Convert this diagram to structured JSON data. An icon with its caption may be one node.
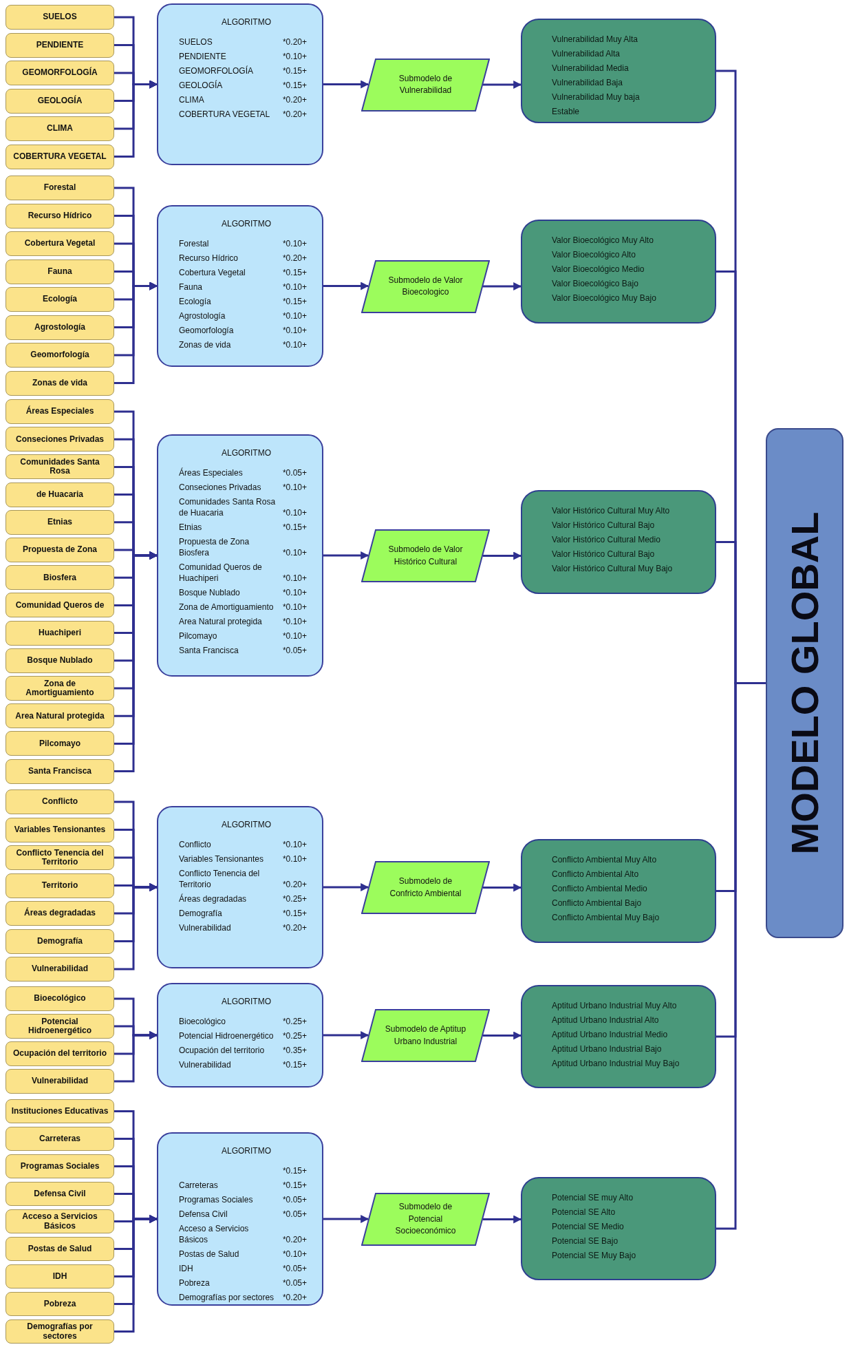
{
  "diagram": {
    "nodes": [
      {
        "text": [
          "SUELOS"
        ]
      },
      {
        "text": [
          "PENDIENTE"
        ]
      },
      {
        "text": [
          "GEOMORFOLOGÍA"
        ]
      },
      {
        "text": [
          "GEOLOGÍA"
        ]
      },
      {
        "text": [
          "CLIMA"
        ]
      },
      {
        "text": [
          "COBERTURA VEGETAL"
        ]
      },
      {
        "text": [
          "ALGORITMO",
          "SUELOS",
          "*0.20+",
          "PENDIENTE",
          "*0.10+",
          "GEOMORFOLOGÍA",
          "*0.15+",
          "GEOLOGÍA",
          "*0.15+",
          "CLIMA",
          "*0.20+",
          "COBERTURA VEGETAL",
          "*0.20+"
        ]
      },
      {
        "text": [
          "Submodelo de Vulnerabilidad"
        ]
      },
      {
        "text": [
          "Vulnerabilidad Muy Alta",
          "Vulnerabilidad Alta",
          "Vulnerabilidad Media",
          "Vulnerabilidad Baja",
          "Vulnerabilidad Muy baja",
          "Estable"
        ]
      },
      {
        "text": [
          "Forestal"
        ]
      },
      {
        "text": [
          "Recurso Hídrico"
        ]
      },
      {
        "text": [
          "Cobertura Vegetal"
        ]
      },
      {
        "text": [
          "Fauna"
        ]
      },
      {
        "text": [
          "Ecología"
        ]
      },
      {
        "text": [
          "Agrostología"
        ]
      },
      {
        "text": [
          "Geomorfología"
        ]
      },
      {
        "text": [
          "Zonas de vida"
        ]
      },
      {
        "text": [
          "ALGORITMO",
          "Forestal",
          "*0.10+",
          "Recurso Hídrico",
          "*0.20+",
          "Cobertura Vegetal",
          "*0.15+",
          "Fauna",
          "*0.10+",
          "Ecología",
          "*0.15+",
          "Agrostología",
          "*0.10+",
          "Geomorfología",
          "*0.10+",
          "Zonas de vida",
          "*0.10+"
        ]
      },
      {
        "text": [
          "Submodelo de Valor Bioecologico"
        ]
      },
      {
        "text": [
          "Valor Bioecológico Muy Alto",
          "Valor Bioecológico Alto",
          "Valor Bioecológico Medio",
          "Valor Bioecológico Bajo",
          "Valor Bioecológico Muy Bajo"
        ]
      },
      {
        "text": [
          "Áreas Especiales"
        ]
      },
      {
        "text": [
          "Conseciones Privadas"
        ]
      },
      {
        "text": [
          "Comunidades Santa Rosa"
        ]
      },
      {
        "text": [
          "de Huacaria"
        ]
      },
      {
        "text": [
          "Etnias"
        ]
      },
      {
        "text": [
          "Propuesta de Zona"
        ]
      },
      {
        "text": [
          "Biosfera"
        ]
      },
      {
        "text": [
          "Comunidad Queros de"
        ]
      },
      {
        "text": [
          "Huachiperi"
        ]
      },
      {
        "text": [
          "Bosque Nublado"
        ]
      },
      {
        "text": [
          "Zona de Amortiguamiento"
        ]
      },
      {
        "text": [
          "Area Natural protegida"
        ]
      },
      {
        "text": [
          "Pilcomayo"
        ]
      },
      {
        "text": [
          "Santa Francisca"
        ]
      },
      {
        "text": [
          "ALGORITMO",
          "Áreas Especiales",
          "*0.05+",
          "Conseciones Privadas",
          "*0.10+",
          "Comunidades Santa Rosa de Huacaria",
          "*0.10+",
          "Etnias",
          "*0.15+",
          "Propuesta de Zona Biosfera",
          "*0.10+",
          "Comunidad Queros de Huachiperi",
          "*0.10+",
          "Bosque Nublado",
          "*0.10+",
          "Zona de Amortiguamiento",
          "*0.10+",
          "Area Natural protegida",
          "*0.10+",
          "Pilcomayo",
          "*0.10+",
          "Santa Francisca",
          "*0.05+"
        ]
      },
      {
        "text": [
          "Submodelo de Valor Histórico Cultural"
        ]
      },
      {
        "text": [
          "Valor Histórico Cultural Muy Alto",
          "Valor Histórico Cultural Bajo",
          "Valor Histórico Cultural Medio",
          "Valor Histórico Cultural Bajo",
          "Valor Histórico Cultural Muy Bajo"
        ]
      },
      {
        "text": [
          "Conflicto"
        ]
      },
      {
        "text": [
          "Variables Tensionantes"
        ]
      },
      {
        "text": [
          "Conflicto Tenencia del Territorio"
        ]
      },
      {
        "text": [
          "Territorio"
        ]
      },
      {
        "text": [
          "Áreas degradadas"
        ]
      },
      {
        "text": [
          "Demografía"
        ]
      },
      {
        "text": [
          "Vulnerabilidad"
        ]
      },
      {
        "text": [
          "ALGORITMO",
          "Conflicto",
          "*0.10+",
          "Variables Tensionantes",
          "*0.10+",
          "Conflicto Tenencia del Territorio",
          "*0.20+",
          "Áreas degradadas",
          "*0.25+",
          "Demografía",
          "*0.15+",
          "Vulnerabilidad",
          "*0.20+"
        ]
      },
      {
        "text": [
          "Submodelo de Confricto Ambiental"
        ]
      },
      {
        "text": [
          "Conflicto Ambiental Muy Alto",
          "Conflicto Ambiental Alto",
          "Conflicto Ambiental Medio",
          "Conflicto Ambiental Bajo",
          "Conflicto Ambiental Muy Bajo"
        ]
      },
      {
        "text": [
          "Bioecológico"
        ]
      },
      {
        "text": [
          "Potencial Hidroenergético"
        ]
      },
      {
        "text": [
          "Ocupación del territorio"
        ]
      },
      {
        "text": [
          "Vulnerabilidad"
        ]
      },
      {
        "text": [
          "ALGORITMO",
          "Bioecológico",
          "*0.25+",
          "Potencial Hidroenergético",
          "*0.25+",
          "Ocupación del territorio",
          "*0.35+",
          "Vulnerabilidad",
          "*0.15+"
        ]
      },
      {
        "text": [
          "Submodelo de Aptitup Urbano Industrial"
        ]
      },
      {
        "text": [
          "Aptitud Urbano Industrial Muy Alto",
          "Aptitud Urbano Industrial Alto",
          "Aptitud Urbano Industrial Medio",
          "Aptitud Urbano Industrial Bajo",
          "Aptitud Urbano Industrial Muy Bajo"
        ]
      },
      {
        "text": [
          "Instituciones Educativas"
        ]
      },
      {
        "text": [
          "Carreteras"
        ]
      },
      {
        "text": [
          "Programas Sociales"
        ]
      },
      {
        "text": [
          "Defensa Civil"
        ]
      },
      {
        "text": [
          "Acceso a Servicios Básicos"
        ]
      },
      {
        "text": [
          "Postas de Salud"
        ]
      },
      {
        "text": [
          "IDH"
        ]
      },
      {
        "text": [
          "Pobreza"
        ]
      },
      {
        "text": [
          "Demografías por sectores"
        ]
      },
      {
        "text": [
          "ALGORITMO",
          "*0.15+",
          "Carreteras",
          "*0.15+",
          "Programas Sociales",
          "*0.05+",
          "Defensa Civil",
          "*0.05+",
          "Acceso a Servicios Básicos",
          "*0.20+",
          "Postas de Salud",
          "*0.10+",
          "IDH",
          "*0.05+",
          "Pobreza",
          "*0.05+",
          "Demografías por sectores",
          "*0.20+"
        ]
      },
      {
        "text": [
          "Submodelo de Potencial Socioeconómico"
        ]
      },
      {
        "text": [
          "Potencial SE muy Alto",
          "Potencial SE Alto",
          "Potencial SE Medio",
          "Potencial SE Bajo",
          "Potencial SE Muy Bajo"
        ]
      },
      {
        "text": [
          "MODELO GLOBAL"
        ]
      }
    ],
    "edges": [
      {
        "from": 0,
        "to": 6,
        "arrow": "to"
      },
      {
        "from": 1,
        "to": 6,
        "arrow": "to"
      },
      {
        "from": 2,
        "to": 6,
        "arrow": "to"
      },
      {
        "from": 3,
        "to": 6,
        "arrow": "to"
      },
      {
        "from": 4,
        "to": 6,
        "arrow": "to"
      },
      {
        "from": 5,
        "to": 6,
        "arrow": "to"
      },
      {
        "from": 6,
        "to": 7,
        "arrow": "to"
      },
      {
        "from": 7,
        "to": 8,
        "arrow": "to"
      },
      {
        "from": 8,
        "to": 66,
        "arrow": "none"
      },
      {
        "from": 9,
        "to": 17,
        "arrow": "to"
      },
      {
        "from": 10,
        "to": 17,
        "arrow": "to"
      },
      {
        "from": 11,
        "to": 17,
        "arrow": "to"
      },
      {
        "from": 12,
        "to": 17,
        "arrow": "to"
      },
      {
        "from": 13,
        "to": 17,
        "arrow": "to"
      },
      {
        "from": 14,
        "to": 17,
        "arrow": "to"
      },
      {
        "from": 15,
        "to": 17,
        "arrow": "to"
      },
      {
        "from": 16,
        "to": 17,
        "arrow": "to"
      },
      {
        "from": 17,
        "to": 18,
        "arrow": "to"
      },
      {
        "from": 18,
        "to": 19,
        "arrow": "to"
      },
      {
        "from": 19,
        "to": 66,
        "arrow": "none"
      },
      {
        "from": 20,
        "to": 34,
        "arrow": "to"
      },
      {
        "from": 21,
        "to": 34,
        "arrow": "to"
      },
      {
        "from": 22,
        "to": 34,
        "arrow": "to"
      },
      {
        "from": 23,
        "to": 34,
        "arrow": "to"
      },
      {
        "from": 24,
        "to": 34,
        "arrow": "to"
      },
      {
        "from": 25,
        "to": 34,
        "arrow": "to"
      },
      {
        "from": 26,
        "to": 34,
        "arrow": "to"
      },
      {
        "from": 27,
        "to": 34,
        "arrow": "to"
      },
      {
        "from": 28,
        "to": 34,
        "arrow": "to"
      },
      {
        "from": 29,
        "to": 34,
        "arrow": "to"
      },
      {
        "from": 30,
        "to": 34,
        "arrow": "to"
      },
      {
        "from": 31,
        "to": 34,
        "arrow": "to"
      },
      {
        "from": 32,
        "to": 34,
        "arrow": "to"
      },
      {
        "from": 33,
        "to": 34,
        "arrow": "to"
      },
      {
        "from": 34,
        "to": 35,
        "arrow": "to"
      },
      {
        "from": 35,
        "to": 36,
        "arrow": "to"
      },
      {
        "from": 36,
        "to": 66,
        "arrow": "none"
      },
      {
        "from": 37,
        "to": 44,
        "arrow": "to"
      },
      {
        "from": 38,
        "to": 44,
        "arrow": "to"
      },
      {
        "from": 39,
        "to": 44,
        "arrow": "to"
      },
      {
        "from": 40,
        "to": 44,
        "arrow": "to"
      },
      {
        "from": 41,
        "to": 44,
        "arrow": "to"
      },
      {
        "from": 42,
        "to": 44,
        "arrow": "to"
      },
      {
        "from": 43,
        "to": 44,
        "arrow": "to"
      },
      {
        "from": 44,
        "to": 45,
        "arrow": "to"
      },
      {
        "from": 45,
        "to": 46,
        "arrow": "to"
      },
      {
        "from": 46,
        "to": 66,
        "arrow": "none"
      },
      {
        "from": 47,
        "to": 51,
        "arrow": "to"
      },
      {
        "from": 48,
        "to": 51,
        "arrow": "to"
      },
      {
        "from": 49,
        "to": 51,
        "arrow": "to"
      },
      {
        "from": 50,
        "to": 51,
        "arrow": "to"
      },
      {
        "from": 51,
        "to": 52,
        "arrow": "to"
      },
      {
        "from": 52,
        "to": 53,
        "arrow": "to"
      },
      {
        "from": 53,
        "to": 66,
        "arrow": "none"
      },
      {
        "from": 54,
        "to": 63,
        "arrow": "to"
      },
      {
        "from": 55,
        "to": 63,
        "arrow": "to"
      },
      {
        "from": 56,
        "to": 63,
        "arrow": "to"
      },
      {
        "from": 57,
        "to": 63,
        "arrow": "to"
      },
      {
        "from": 58,
        "to": 63,
        "arrow": "to"
      },
      {
        "from": 59,
        "to": 63,
        "arrow": "to"
      },
      {
        "from": 60,
        "to": 63,
        "arrow": "to"
      },
      {
        "from": 61,
        "to": 63,
        "arrow": "to"
      },
      {
        "from": 62,
        "to": 63,
        "arrow": "to"
      },
      {
        "from": 63,
        "to": 64,
        "arrow": "to"
      },
      {
        "from": 64,
        "to": 65,
        "arrow": "to"
      },
      {
        "from": 65,
        "to": 66,
        "arrow": "none"
      }
    ]
  }
}
